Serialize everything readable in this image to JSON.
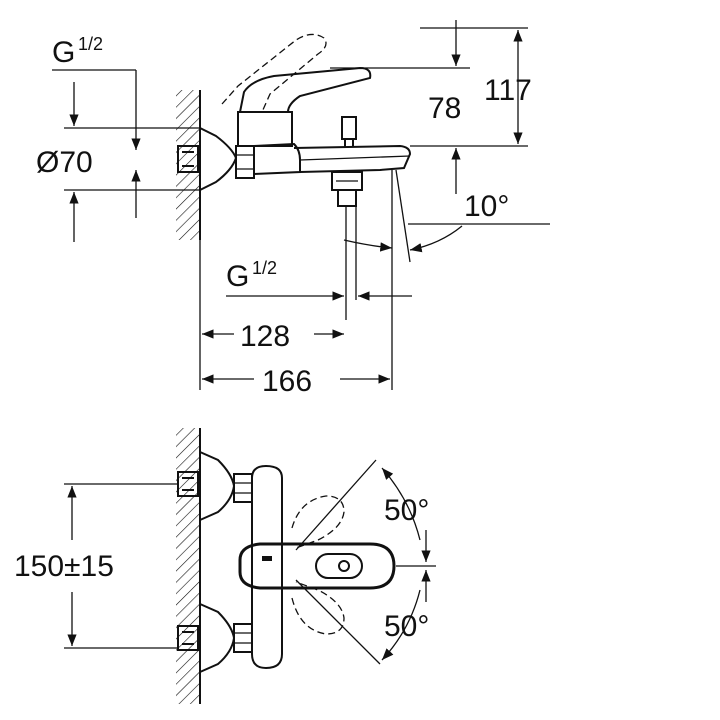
{
  "dimensions": {
    "thread_top": {
      "main": "G",
      "frac": "1/2"
    },
    "diameter": "Ø70",
    "height_117": "117",
    "height_78": "78",
    "angle_spout": "10°",
    "thread_bottom": {
      "main": "G",
      "frac": "1/2"
    },
    "length_128": "128",
    "length_166": "166",
    "spacing": "150±15",
    "lever_angle_up": "50°",
    "lever_angle_down": "50°"
  }
}
